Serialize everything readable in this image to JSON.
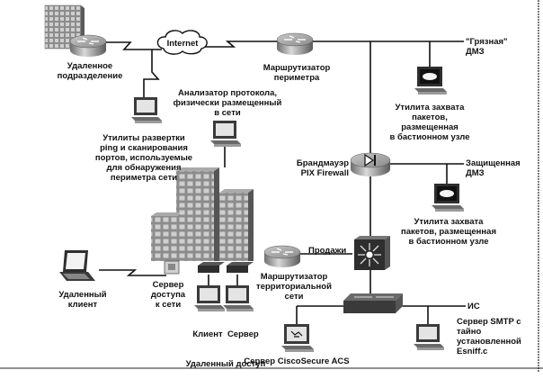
{
  "nodes": {
    "remote_office": {
      "label": [
        "Удаленное",
        "подразделение"
      ],
      "icon": "building-router-icon"
    },
    "internet": {
      "label": [
        "Internet"
      ],
      "icon": "cloud-icon"
    },
    "perimeter_router": {
      "label": [
        "Маршрутизатор",
        "периметра"
      ],
      "icon": "router-icon"
    },
    "dirty_dmz": {
      "label": [
        "\"Грязная\"",
        "ДМЗ"
      ]
    },
    "dirty_dmz_sniffer": {
      "label": [
        "Утилита захвата",
        "пакетов,",
        "размещенная",
        "в бастионном узле"
      ],
      "icon": "workstation-icon"
    },
    "ping_scanner": {
      "label": [
        "Утилиты развертки",
        "ping и сканирования",
        "портов, используемые",
        "для обнаружения",
        "периметра сети"
      ],
      "icon": "workstation-icon"
    },
    "protocol_analyzer": {
      "label": [
        "Анализатор протокола,",
        "физически размещенный",
        "в сети"
      ],
      "icon": "workstation-icon"
    },
    "pix_firewall": {
      "label": [
        "Брандмауэр",
        "PIX Firewall"
      ],
      "icon": "firewall-icon"
    },
    "protected_dmz": {
      "label": [
        "Защищенная",
        "ДМЗ"
      ]
    },
    "protected_dmz_sniffer": {
      "label": [
        "Утилита захвата",
        "пакетов, размещенная",
        "в бастионном узле"
      ],
      "icon": "workstation-icon"
    },
    "sales": {
      "label": [
        "Продажи"
      ],
      "icon": "multilayer-switch-icon"
    },
    "wan_router": {
      "label": [
        "Маршрутизатор",
        "территориальной",
        "сети"
      ],
      "icon": "router-icon"
    },
    "remote_client": {
      "label": [
        "Удаленный",
        "клиент"
      ],
      "icon": "laptop-icon"
    },
    "access_server": {
      "label": [
        "Сервер",
        "доступа",
        "к сети"
      ],
      "icon": "access-server-icon"
    },
    "remote_access": {
      "label": [
        "Клиент  Сервер",
        "Удаленный доступ"
      ],
      "icon": "workstation-icon"
    },
    "is": {
      "label": [
        "ИС"
      ],
      "icon": "switch-icon"
    },
    "ciscosecure_acs": {
      "label": [
        "Сервер CiscoSecure ACS"
      ],
      "icon": "acs-server-icon"
    },
    "smtp_server": {
      "label": [
        "Сервер SMTP с",
        "тайно",
        "установленной",
        "Esniff.c"
      ],
      "icon": "workstation-icon"
    }
  }
}
